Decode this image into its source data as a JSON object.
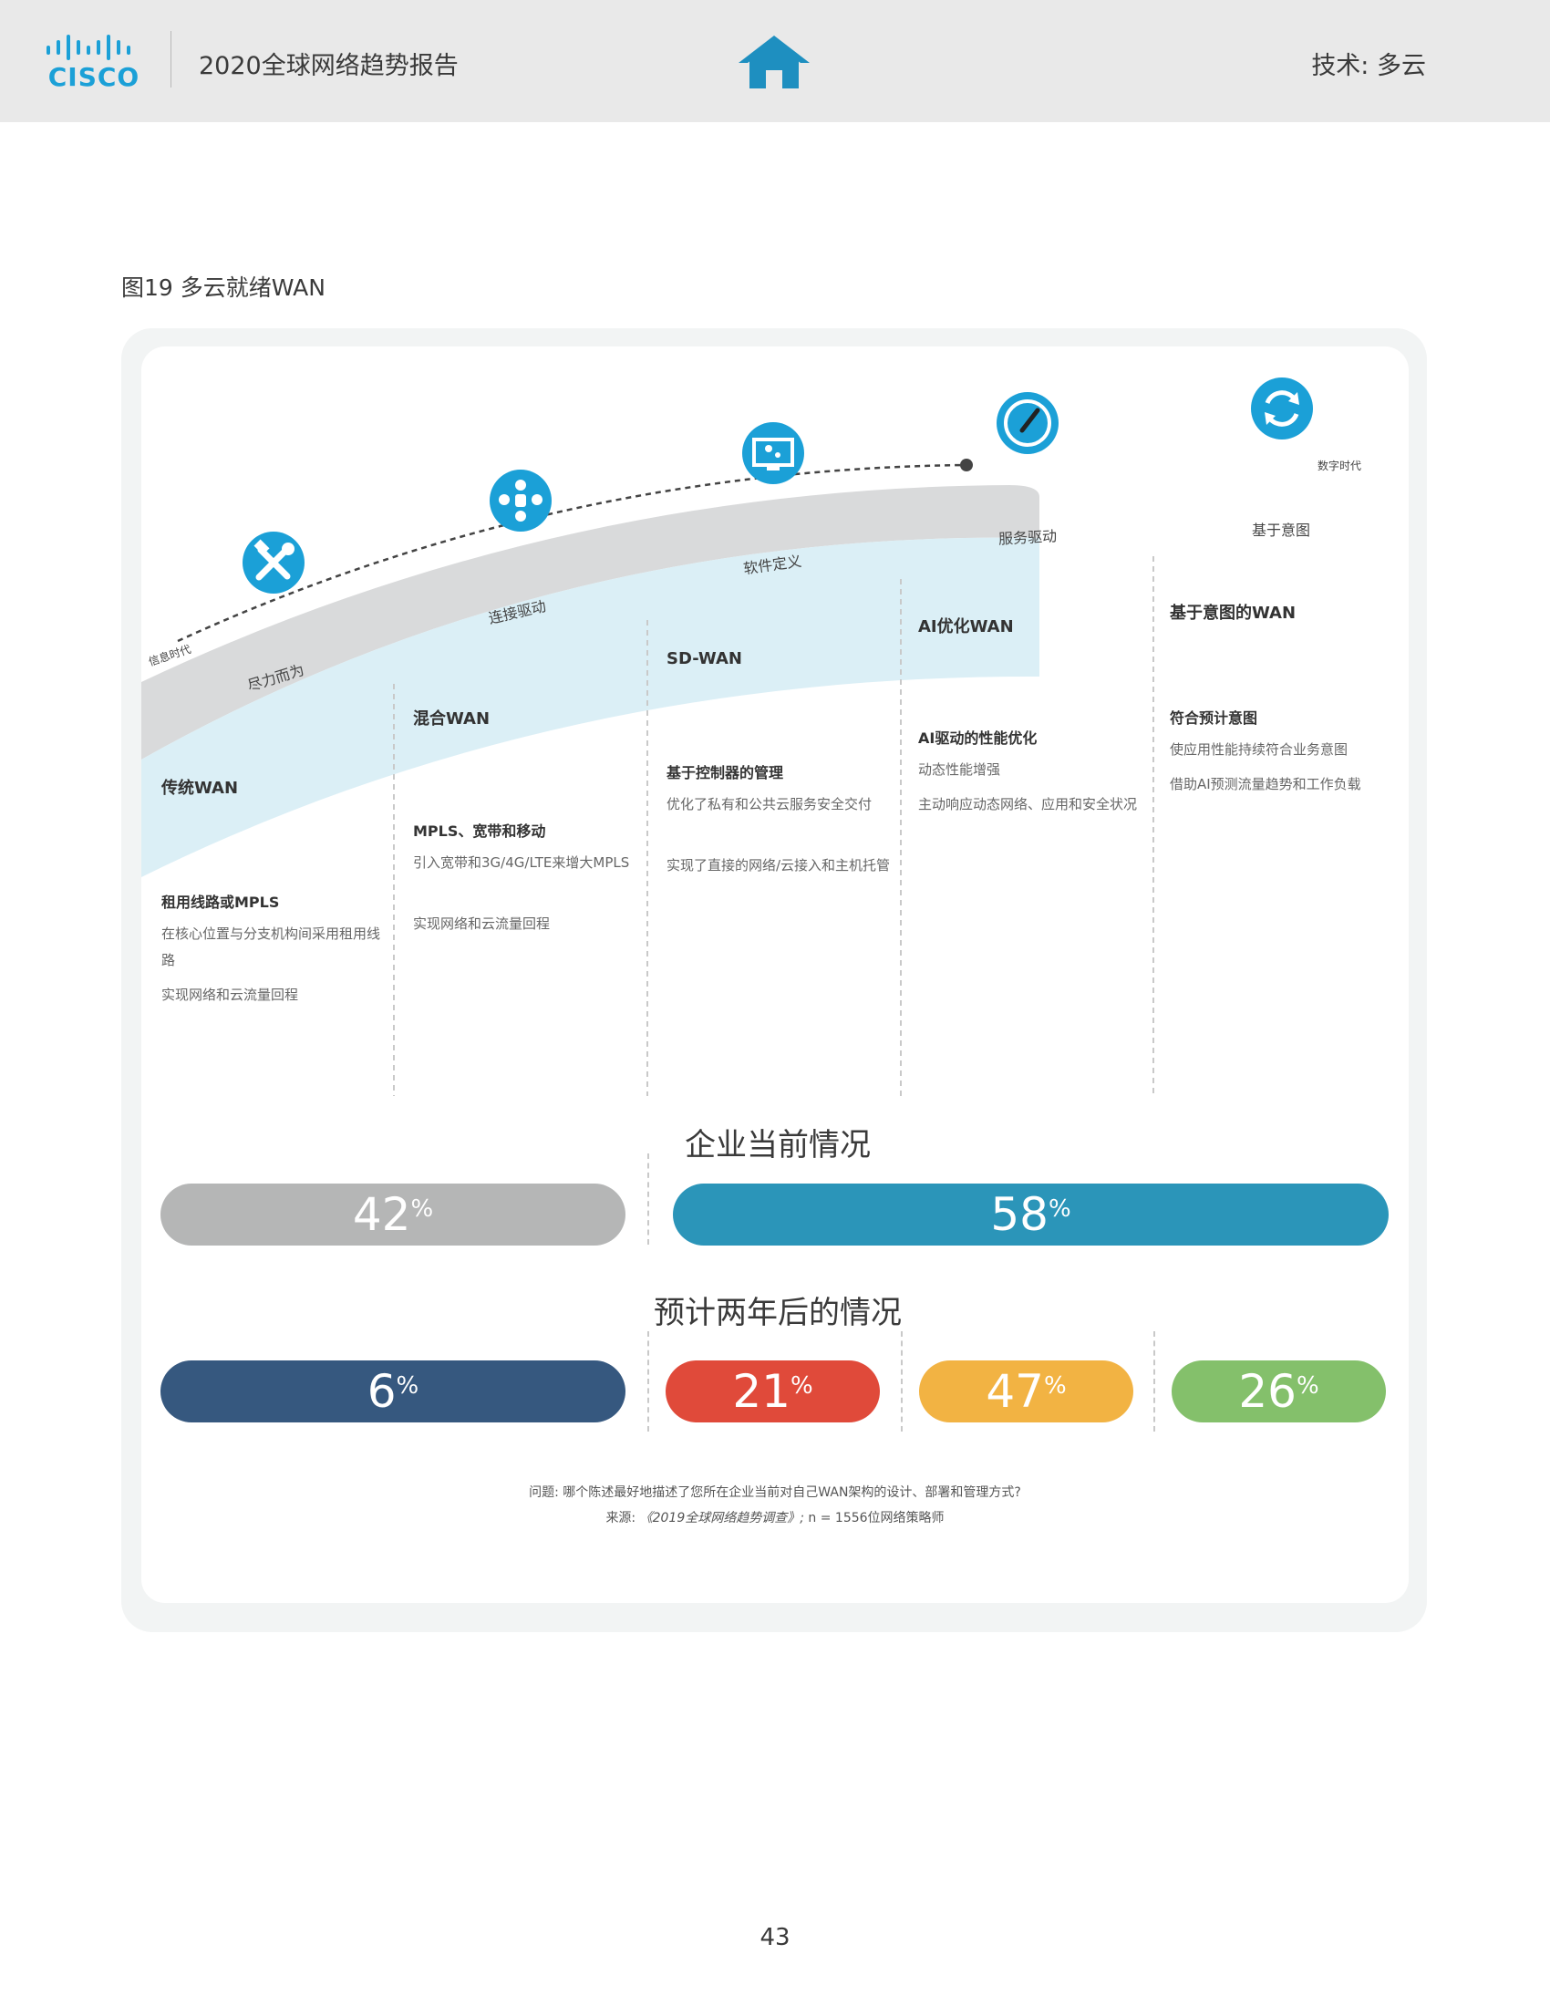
{
  "header": {
    "logo_text": "CISCO",
    "title": "2020全球网络趋势报告",
    "home_icon": "home-icon",
    "section": "技术: 多云"
  },
  "figure": {
    "title": "图19  多云就绪WAN"
  },
  "timeline": {
    "start_era": "信息时代",
    "end_era": "数字时代",
    "stages": [
      {
        "label": "尽力而为",
        "icon": "tools-icon"
      },
      {
        "label": "连接驱动",
        "icon": "network-people-icon"
      },
      {
        "label": "软件定义",
        "icon": "monitor-gear-icon"
      },
      {
        "label": "服务驱动",
        "icon": "gauge-icon"
      },
      {
        "label": "基于意图",
        "icon": "refresh-cycle-icon"
      }
    ]
  },
  "columns": [
    {
      "wan": "传统WAN",
      "head": "租用线路或MPLS",
      "lines": [
        "在核心位置与分支机构间采用租用线路",
        "实现网络和云流量回程"
      ]
    },
    {
      "wan": "混合WAN",
      "head": "MPLS、宽带和移动",
      "lines": [
        "引入宽带和3G/4G/LTE来增大MPLS",
        "实现网络和云流量回程"
      ]
    },
    {
      "wan": "SD-WAN",
      "head": "基于控制器的管理",
      "lines": [
        "优化了私有和公共云服务安全交付",
        "实现了直接的网络/云接入和主机托管"
      ]
    },
    {
      "wan": "AI优化WAN",
      "head": "AI驱动的性能优化",
      "lines": [
        "动态性能增强",
        "主动响应动态网络、应用和安全状况"
      ]
    },
    {
      "wan": "基于意图的WAN",
      "head": "符合预计意图",
      "lines": [
        "使应用性能持续符合业务意图",
        "借助AI预测流量趋势和工作负载"
      ]
    }
  ],
  "current": {
    "title": "企业当前情况",
    "bars": [
      {
        "value": "42",
        "unit": "%",
        "color": "#b5b6b6"
      },
      {
        "value": "58",
        "unit": "%",
        "color": "#2b95b9"
      }
    ]
  },
  "future": {
    "title": "预计两年后的情况",
    "bars": [
      {
        "value": "6",
        "unit": "%",
        "color": "#36587f"
      },
      {
        "value": "21",
        "unit": "%",
        "color": "#e04a3a"
      },
      {
        "value": "47",
        "unit": "%",
        "color": "#f2b343"
      },
      {
        "value": "26",
        "unit": "%",
        "color": "#84c06b"
      }
    ]
  },
  "notes": {
    "question": "问题: 哪个陈述最好地描述了您所在企业当前对自己WAN架构的设计、部署和管理方式?",
    "source_prefix": "来源:",
    "source_title": "《2019全球网络趋势调查》;",
    "source_n": "n = 1556位网络策略师"
  },
  "page_number": "43",
  "colors": {
    "accent_blue": "#1ba0d7",
    "band_gray": "#d9dadb",
    "band_blue": "#dbeff6"
  }
}
